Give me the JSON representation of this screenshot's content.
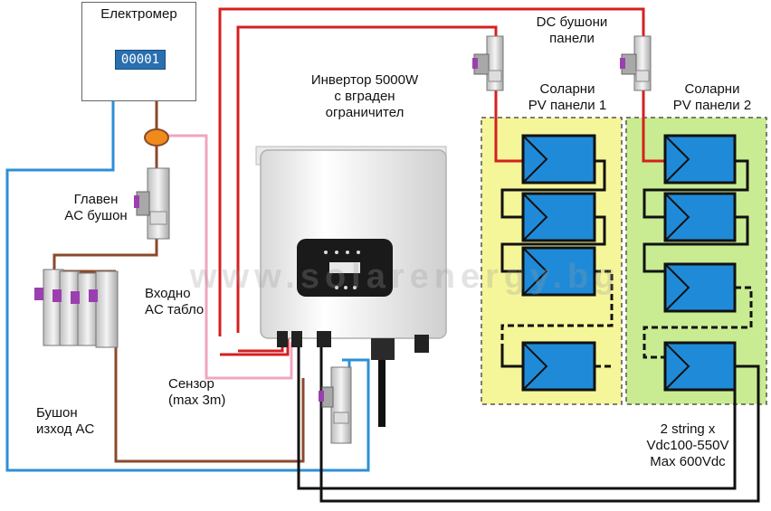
{
  "meter": {
    "title": "Електромер",
    "display_value": "00001"
  },
  "labels": {
    "dc_fuses": [
      "DC бушони",
      "панели"
    ],
    "inverter": [
      "Инвертор 5000W",
      "с вграден",
      "ограничител"
    ],
    "pv1": [
      "Соларни",
      "PV панели 1"
    ],
    "pv2": [
      "Соларни",
      "PV панели 2"
    ],
    "main_ac_fuse": [
      "Главен",
      "AC бушон"
    ],
    "input_ac_panel": [
      "Входно",
      "AC табло"
    ],
    "sensor": [
      "Сензор",
      "(max 3m)"
    ],
    "output_ac_fuse": [
      "Бушон",
      "изход AC"
    ],
    "string_spec": [
      "2 string x",
      "Vdc100-550V",
      "Max 600Vdc"
    ]
  },
  "watermark": "www.solarenergy.bg",
  "colors": {
    "dc_red": "#d42020",
    "ac_blue": "#2d8fd6",
    "ac_brown": "#8a4a2a",
    "sensor_pink": "#f2a5c0",
    "dc_black": "#111111",
    "pv1_fill": "#f5f59a",
    "pv2_fill": "#c9ec92",
    "panel_blue": "#1f8bd8"
  },
  "pv_arrays": [
    {
      "name": "Соларни PV панели 1",
      "panel_count": 4
    },
    {
      "name": "Соларни PV панели 2",
      "panel_count": 4
    }
  ]
}
